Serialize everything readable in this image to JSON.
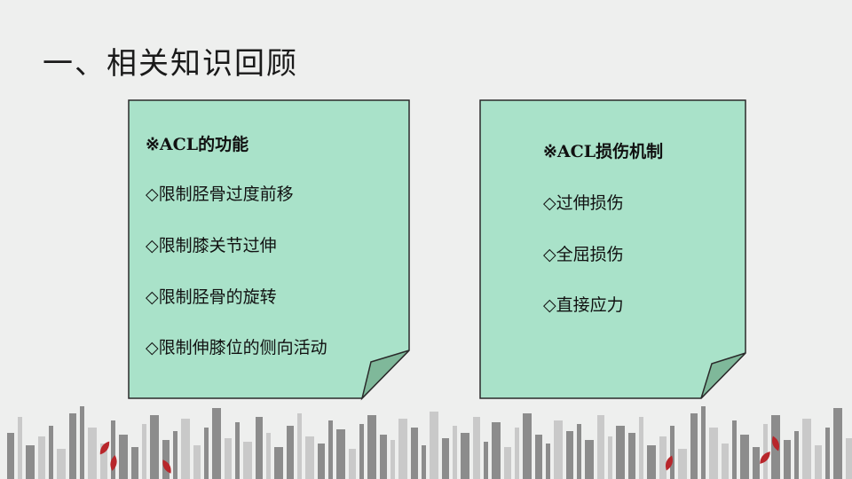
{
  "slide": {
    "title": "一、相关知识回顾"
  },
  "left_note": {
    "heading": "※ACL的功能",
    "items": [
      "◇限制胫骨过度前移",
      "◇限制膝关节过伸",
      "◇限制胫骨的旋转",
      "◇限制伸膝位的侧向活动"
    ]
  },
  "right_note": {
    "heading": "※ACL损伤机制",
    "items": [
      "◇过伸损伤",
      "◇全屈损伤",
      "◇直接应力"
    ]
  },
  "colors": {
    "note_fill": "#a9e2c9",
    "note_fold": "#7fb89a",
    "bar_dark": "#8c8c8c",
    "bar_light": "#c9c9c9",
    "leaf": "#b8262b"
  }
}
